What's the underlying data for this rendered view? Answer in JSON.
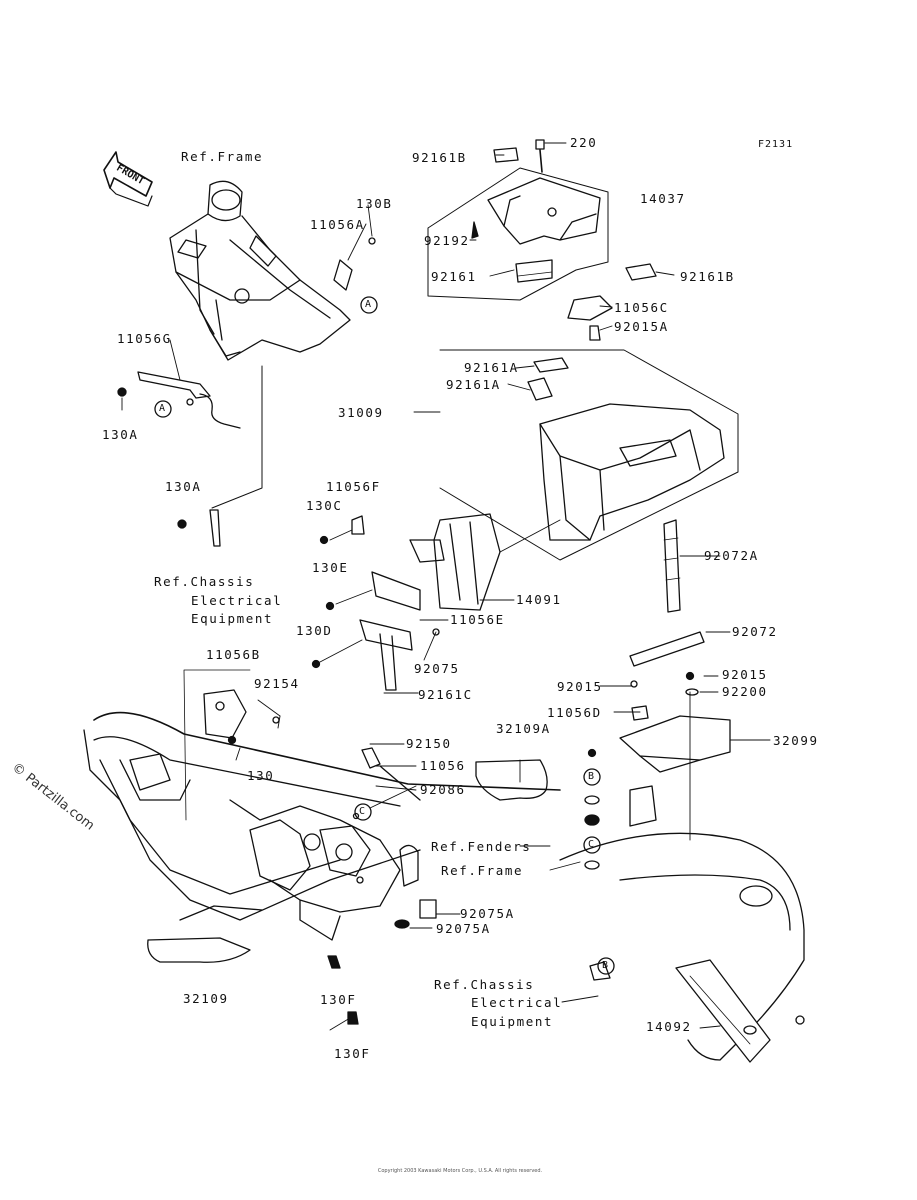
{
  "diagram_code": "F2131",
  "watermark": "© Partzilla.com",
  "front_arrow": "FRONT",
  "footer_text": "Copyright 2003 Kawasaki Motors Corp., U.S.A. All rights reserved.",
  "callouts": {
    "a": "A",
    "b": "B",
    "c": "C"
  },
  "labels": {
    "ref_frame_top": "Ref.Frame",
    "p220": "220",
    "p92161b_top": "92161B",
    "p14037": "14037",
    "p92192": "92192",
    "p92161": "92161",
    "p92161b_right": "92161B",
    "p11056c": "11056C",
    "p92015a": "92015A",
    "p130b": "130B",
    "p11056a": "11056A",
    "p11056g": "11056G",
    "p130a_left": "130A",
    "p92161a_1": "92161A",
    "p92161a_2": "92161A",
    "p31009": "31009",
    "p130a_mid": "130A",
    "p11056f": "11056F",
    "p130c": "130C",
    "p92072a": "92072A",
    "p130e": "130E",
    "p14091": "14091",
    "p130d": "130D",
    "p11056e": "11056E",
    "p92072": "92072",
    "ref_chassis_1": "Ref.Chassis",
    "electrical_1": "Electrical",
    "equipment_1": "Equipment",
    "p92075": "92075",
    "p11056b": "11056B",
    "p92154": "92154",
    "p92161c": "92161C",
    "p92015_a": "92015",
    "p92015_b": "92015",
    "p92200": "92200",
    "p11056d": "11056D",
    "p130": "130",
    "p32109a": "32109A",
    "p92150": "92150",
    "p32099": "32099",
    "p11056": "11056",
    "p92086": "92086",
    "ref_fenders": "Ref.Fenders",
    "ref_frame_bottom": "Ref.Frame",
    "p92075a_1": "92075A",
    "p92075a_2": "92075A",
    "p32109": "32109",
    "p130f_1": "130F",
    "p130f_2": "130F",
    "ref_chassis_2": "Ref.Chassis",
    "electrical_2": "Electrical",
    "equipment_2": "Equipment",
    "p14092": "14092"
  }
}
